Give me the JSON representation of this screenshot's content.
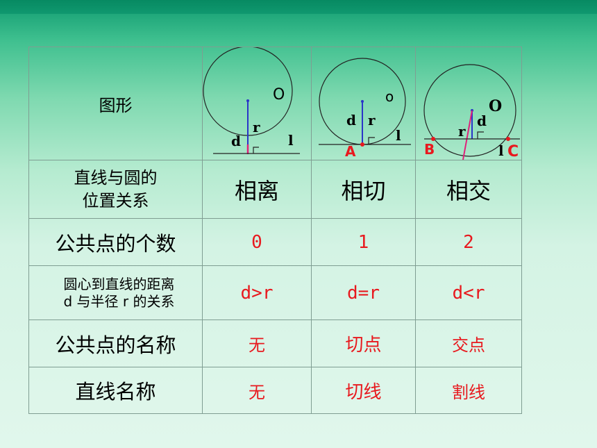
{
  "table": {
    "figure_header": "图形",
    "row_position": {
      "label_line1": "直线与圆的",
      "label_line2": "位置关系",
      "c1": "相离",
      "c2": "相切",
      "c3": "相交"
    },
    "row_count": {
      "label": "公共点的个数",
      "c1": "0",
      "c2": "1",
      "c3": "2"
    },
    "row_distance": {
      "label_line1": "圆心到直线的距离",
      "label_line2": "d 与半径 r 的关系",
      "c1": "d>r",
      "c2": "d=r",
      "c3": "d<r"
    },
    "row_point_name": {
      "label": "公共点的名称",
      "c1": "无",
      "c2": "切点",
      "c3": "交点"
    },
    "row_line_name": {
      "label": "直线名称",
      "c1": "无",
      "c2": "切线",
      "c3": "割线"
    }
  },
  "figures": {
    "fig1": {
      "O": "O",
      "r": "r",
      "d": "d",
      "l": "l"
    },
    "fig2": {
      "O": "o",
      "r": "r",
      "d": "d",
      "l": "l",
      "point": "A"
    },
    "fig3": {
      "O": "O",
      "r": "r",
      "d": "d",
      "l": "l",
      "p1": "B",
      "p2": "C"
    }
  },
  "colors": {
    "accent_red": "#e8191e",
    "radius_blue": "#2a34c8",
    "distance_magenta": "#e0207a"
  }
}
